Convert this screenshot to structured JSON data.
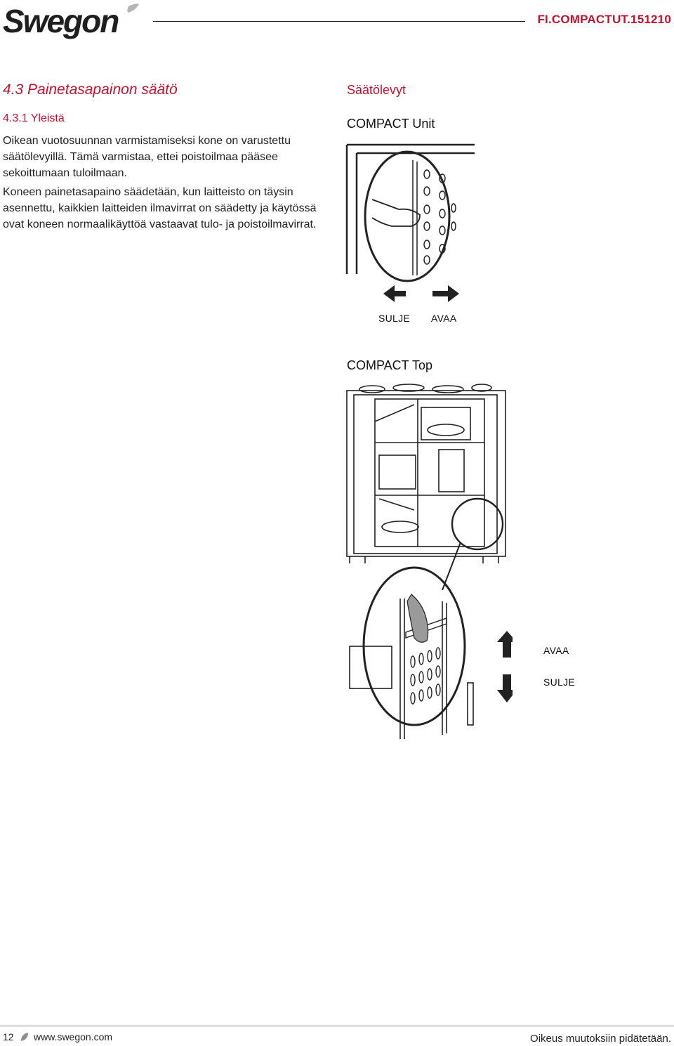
{
  "header": {
    "logo_text": "Swegon",
    "doc_code": "FI.COMPACTUT.151210"
  },
  "section": {
    "title": "4.3 Painetasapainon säätö",
    "subsection_title": "4.3.1 Yleistä",
    "paragraphs": [
      "Oikean vuotosuunnan varmistamiseksi kone on varustettu säätölevyillä. Tämä varmistaa, ettei poistoilmaa pääsee sekoittumaan tuloilmaan.",
      "Koneen painetasapaino säädetään, kun laitteisto on täysin asennettu, kaikkien laitteiden ilmavirrat on säädetty ja käytössä ovat koneen normaalikäyttöä vastaavat tulo- ja poistoilmavirrat."
    ]
  },
  "figure": {
    "heading": "Säätölevyt",
    "unit_caption": "COMPACT Unit",
    "unit_close_label": "SULJE",
    "unit_open_label": "AVAA",
    "top_caption": "COMPACT Top",
    "top_open_label": "AVAA",
    "top_close_label": "SULJE"
  },
  "footer": {
    "page_number": "12",
    "website": "www.swegon.com",
    "note": "Oikeus muutoksiin pidätetään."
  },
  "colors": {
    "accent": "#c8102e",
    "text": "#1a1a1a"
  }
}
